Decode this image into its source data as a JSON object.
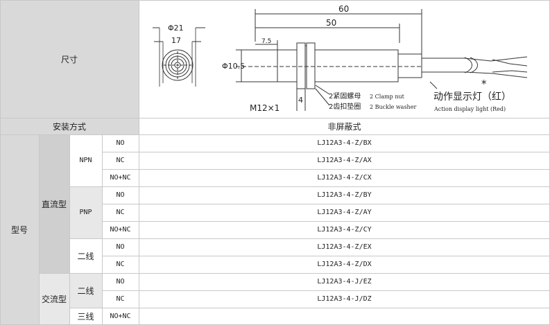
{
  "header": {
    "size_label": "尺寸",
    "mount_label": "安装方式",
    "mount_value": "非屏蔽式",
    "model_label": "型号"
  },
  "drawing": {
    "dim_total": "60",
    "dim_body": "50",
    "dim_thread": "7.5",
    "dim_phi21": "Φ21",
    "dim_17": "17",
    "dim_phi105": "Φ10.5",
    "dim_thread_spec": "M12×1",
    "dim_nut": "4",
    "clamp_nut_cn": "2紧固螺母",
    "clamp_nut_en": "2 Clamp nut",
    "washer_cn": "2齿扣垫圈",
    "washer_en": "2 Buckle washer",
    "star": "*",
    "led_cn": "动作显示灯（红）",
    "led_en": "Action display light (Red)"
  },
  "groups": {
    "dc": "直流型",
    "ac": "交流型",
    "npn": "NPN",
    "pnp": "PNP",
    "two_wire_dc": "二线",
    "two_wire_ac": "二线",
    "three_wire_ac": "三线"
  },
  "rows": [
    {
      "out": "NO",
      "model": "LJ12A3-4-Z/BX"
    },
    {
      "out": "NC",
      "model": "LJ12A3-4-Z/AX"
    },
    {
      "out": "NO+NC",
      "model": "LJ12A3-4-Z/CX"
    },
    {
      "out": "NO",
      "model": "LJ12A3-4-Z/BY"
    },
    {
      "out": "NC",
      "model": "LJ12A3-4-Z/AY"
    },
    {
      "out": "NO+NC",
      "model": "LJ12A3-4-Z/CY"
    },
    {
      "out": "NO",
      "model": "LJ12A3-4-Z/EX"
    },
    {
      "out": "NC",
      "model": "LJ12A3-4-Z/DX"
    },
    {
      "out": "NO",
      "model": "LJ12A3-4-J/EZ"
    },
    {
      "out": "NC",
      "model": "LJ12A3-4-J/DZ"
    },
    {
      "out": "NO+NC",
      "model": ""
    }
  ]
}
